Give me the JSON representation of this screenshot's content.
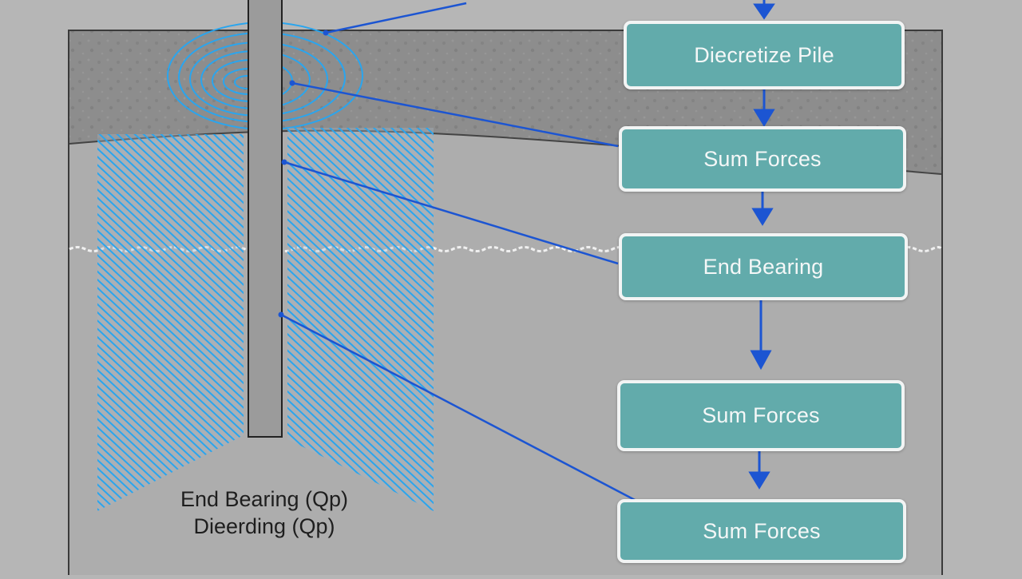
{
  "diagram": {
    "caption_line1": "End Bearing (Qp)",
    "caption_line2": "Dieerding (Qp)",
    "steps": [
      {
        "label": "Diecretize Pile"
      },
      {
        "label": "Sum Forces"
      },
      {
        "label": "End Bearing"
      },
      {
        "label": "Sum Forces"
      },
      {
        "label": "Sum Forces"
      }
    ]
  },
  "colors": {
    "background": "#b6b6b6",
    "soil_upper": "#8c8c8c",
    "soil_lower": "#adadad",
    "pile": "#9a9a9a",
    "stress_lines": "#2aa5ee",
    "connector_lines": "#1c55d2",
    "box_fill": "#62abab",
    "box_border": "#f2f4f4"
  }
}
